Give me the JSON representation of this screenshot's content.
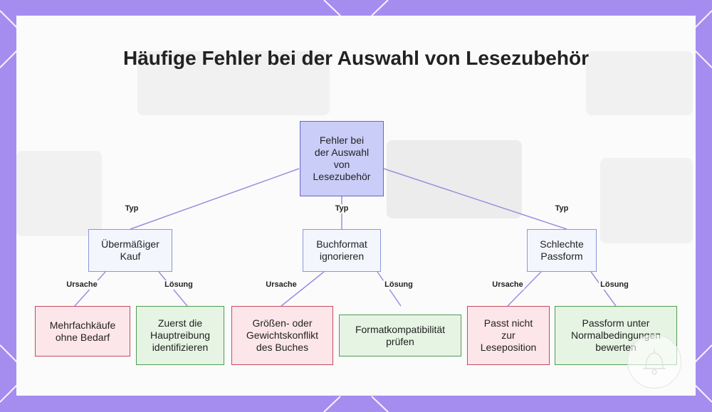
{
  "title": "Häufige Fehler bei der Auswahl von Lesezubehör",
  "root": {
    "label": "Fehler bei\nder Auswahl\nvon\nLesezubehör"
  },
  "edge_labels": {
    "type": "Typ",
    "cause": "Ursache",
    "fix": "Lösung"
  },
  "branches": [
    {
      "label": "Übermäßiger\nKauf",
      "cause": "Mehrfachkäufe\nohne Bedarf",
      "fix": "Zuerst die\nHauptreibung\nidentifizieren"
    },
    {
      "label": "Buchformat\nignorieren",
      "cause": "Größen- oder\nGewichtskonflikt\ndes Buches",
      "fix": "Formatkompatibilität\nprüfen"
    },
    {
      "label": "Schlechte\nPassform",
      "cause": "Passt nicht\nzur\nLeseposition",
      "fix": "Passform unter\nNormalbedingungen\nbewerten"
    }
  ],
  "colors": {
    "border": "#a58df0",
    "root": "#c9cdf7",
    "cause": "#fde6ea",
    "fix": "#e6f4e4",
    "edge": "#9b8ee0"
  }
}
